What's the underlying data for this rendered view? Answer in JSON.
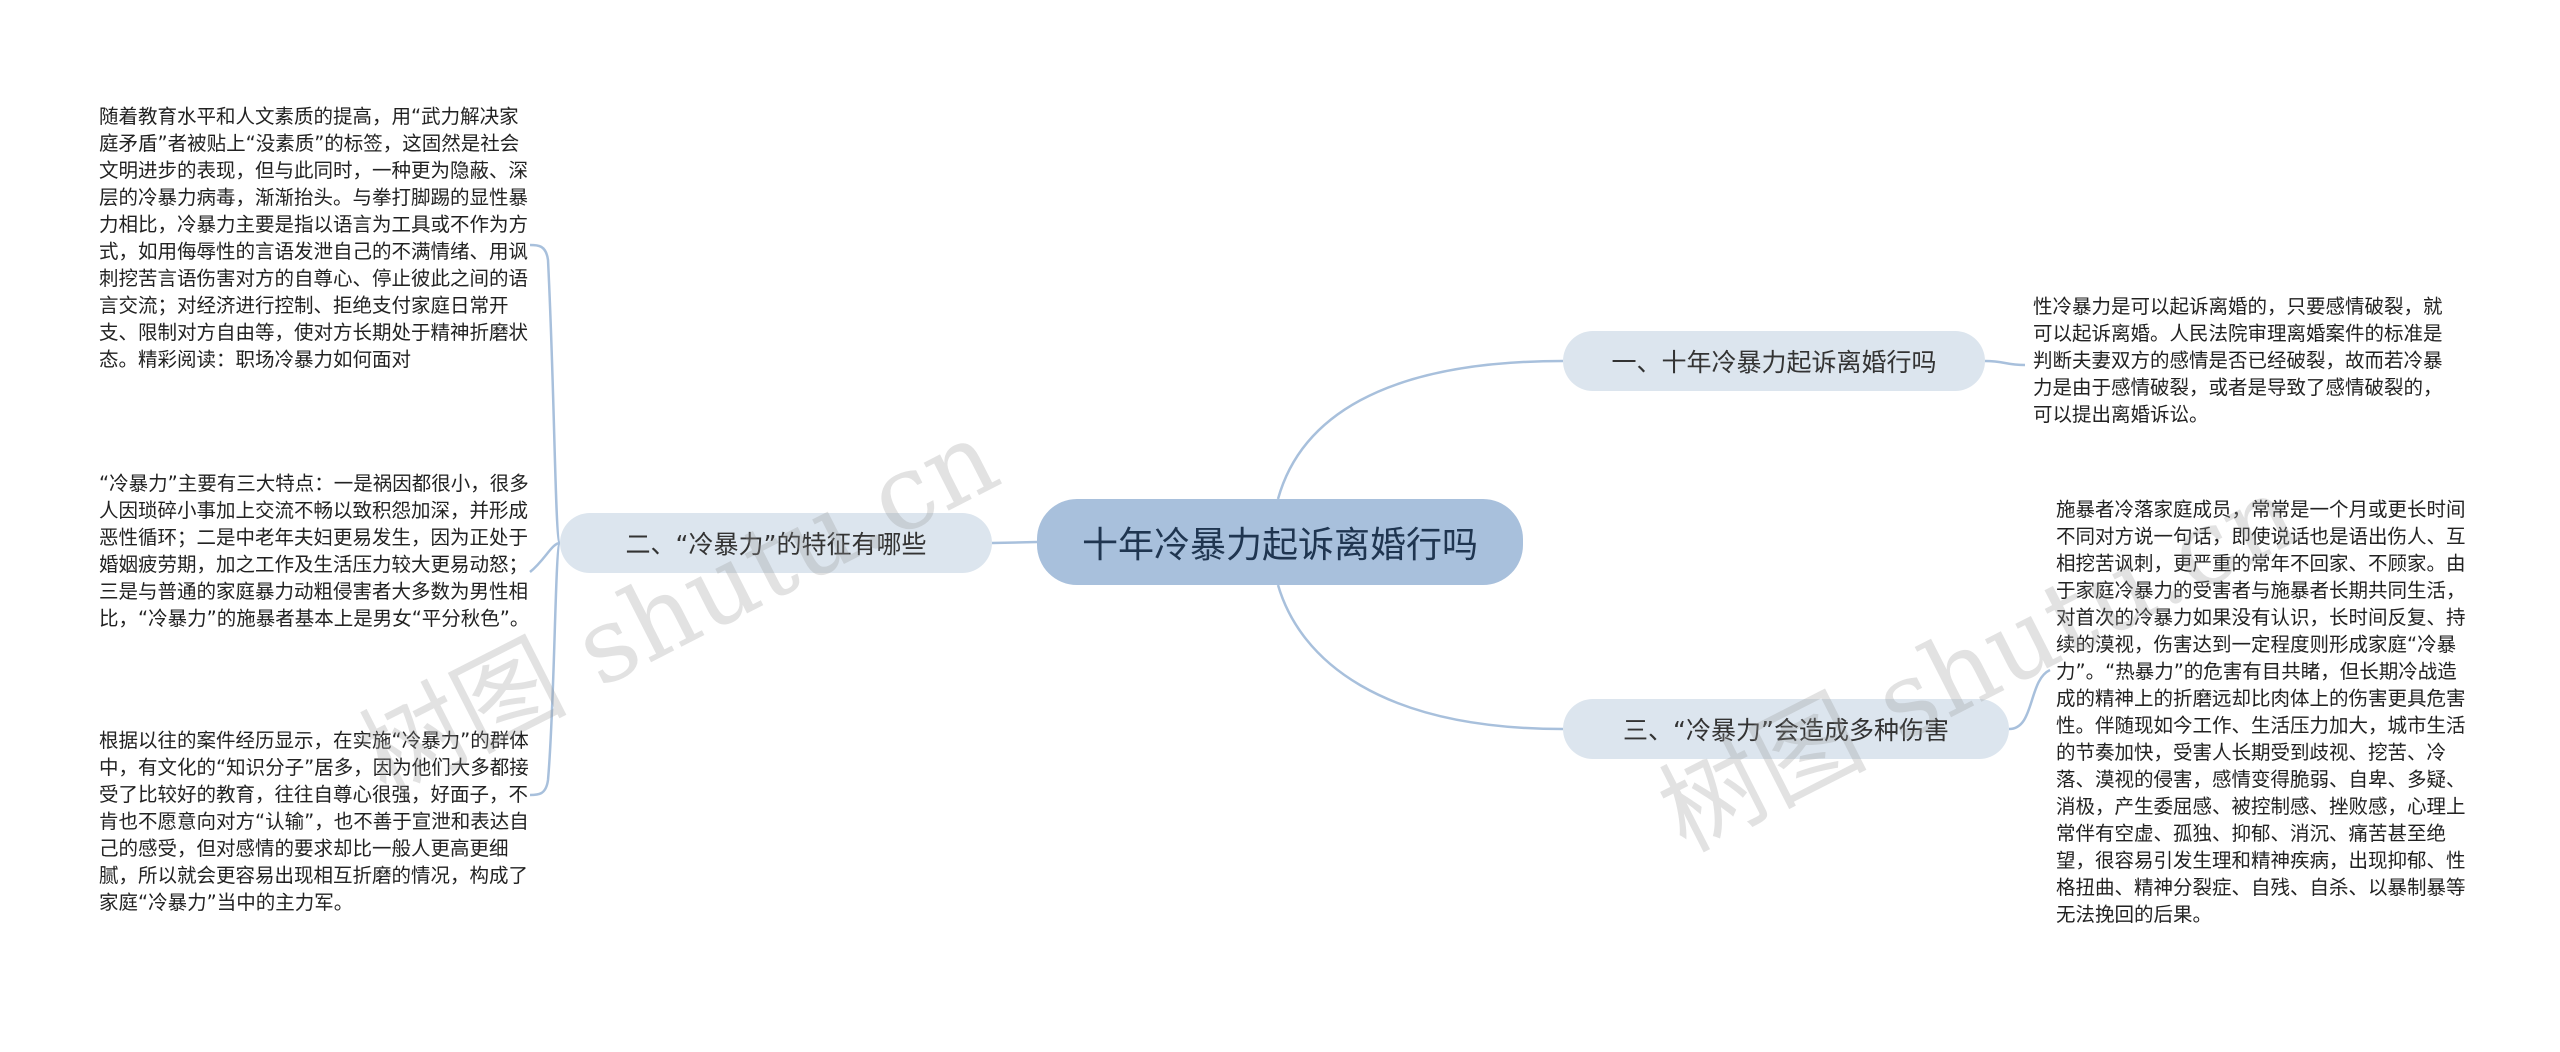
{
  "root": {
    "label": "十年冷暴力起诉离婚行吗"
  },
  "branches": [
    {
      "label": "一、十年冷暴力起诉离婚行吗"
    },
    {
      "label": "二、“冷暴力”的特征有哪些"
    },
    {
      "label": "三、“冷暴力”会造成多种伤害"
    }
  ],
  "leaves": [
    {
      "text": "性冷暴力是可以起诉离婚的，只要感情破裂，就可以起诉离婚。人民法院审理离婚案件的标准是判断夫妻双方的感情是否已经破裂，故而若冷暴力是由于感情破裂，或者是导致了感情破裂的，可以提出离婚诉讼。"
    },
    {
      "text": "施暴者冷落家庭成员，常常是一个月或更长时间不同对方说一句话，即使说话也是语出伤人、互相挖苦讽刺，更严重的常年不回家、不顾家。由于家庭冷暴力的受害者与施暴者长期共同生活，对首次的冷暴力如果没有认识，长时间反复、持续的漠视，伤害达到一定程度则形成家庭“冷暴力”。“热暴力”的危害有目共睹，但长期冷战造成的精神上的折磨远却比肉体上的伤害更具危害性。伴随现如今工作、生活压力加大，城市生活的节奏加快，受害人长期受到歧视、挖苦、冷落、漠视的侵害，感情变得脆弱、自卑、多疑、消极，产生委屈感、被控制感、挫败感，心理上常伴有空虚、孤独、抑郁、消沉、痛苦甚至绝望，很容易引发生理和精神疾病，出现抑郁、性格扭曲、精神分裂症、自残、自杀、以暴制暴等无法挽回的后果。"
    },
    {
      "text": "随着教育水平和人文素质的提高，用“武力解决家庭矛盾”者被贴上“没素质”的标签，这固然是社会文明进步的表现，但与此同时，一种更为隐蔽、深层的冷暴力病毒，渐渐抬头。与拳打脚踢的显性暴力相比，冷暴力主要是指以语言为工具或不作为方式，如用侮辱性的言语发泄自己的不满情绪、用讽刺挖苦言语伤害对方的自尊心、停止彼此之间的语言交流；对经济进行控制、拒绝支付家庭日常开支、限制对方自由等，使对方长期处于精神折磨状态。精彩阅读：职场冷暴力如何面对"
    },
    {
      "text": "“冷暴力”主要有三大特点：一是祸因都很小，很多人因琐碎小事加上交流不畅以致积怨加深，并形成恶性循环；二是中老年夫妇更易发生，因为正处于婚姻疲劳期，加之工作及生活压力较大更易动怒；三是与普通的家庭暴力动粗侵害者大多数为男性相比，“冷暴力”的施暴者基本上是男女“平分秋色”。"
    },
    {
      "text": "根据以往的案件经历显示，在实施“冷暴力”的群体中，有文化的“知识分子”居多，因为他们大多都接受了比较好的教育，往往自尊心很强，好面子，不肯也不愿意向对方“认输”，也不善于宣泄和表达自己的感受，但对感情的要求却比一般人更高更细腻，所以就会更容易出现相互折磨的情况，构成了家庭“冷暴力”当中的主力军。"
    }
  ],
  "watermark": "树图 shutu.cn",
  "colors": {
    "line": "#a8c0dc",
    "root_fill": "#a8c0dc",
    "branch_fill": "#dce5ee"
  }
}
